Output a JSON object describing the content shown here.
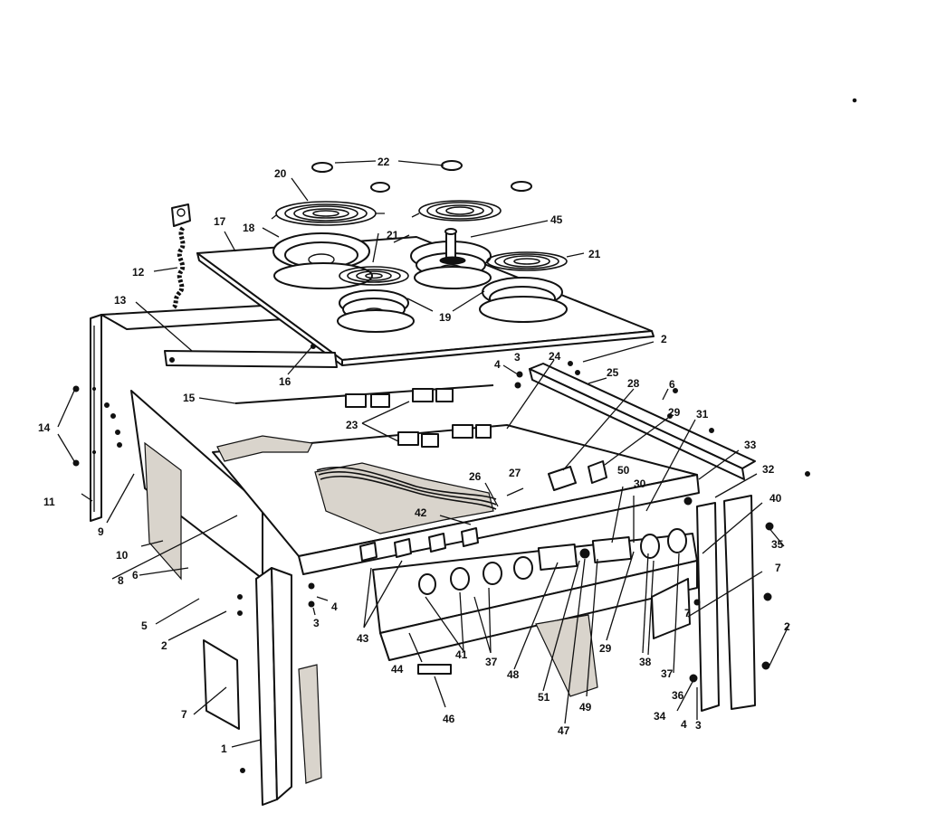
{
  "labels": {
    "l1": "1",
    "l2a": "2",
    "l2b": "2",
    "l2c": "2",
    "l3a": "3",
    "l3b": "3",
    "l3c": "3",
    "l4a": "4",
    "l4b": "4",
    "l4c": "4",
    "l5": "5",
    "l6a": "6",
    "l6b": "6",
    "l7a": "7",
    "l7b": "7",
    "l7c": "7",
    "l8": "8",
    "l9": "9",
    "l10": "10",
    "l11": "11",
    "l12": "12",
    "l13": "13",
    "l14": "14",
    "l15": "15",
    "l16": "16",
    "l17": "17",
    "l18": "18",
    "l19": "19",
    "l20": "20",
    "l21a": "21",
    "l21b": "21",
    "l22": "22",
    "l23": "23",
    "l24": "24",
    "l25": "25",
    "l26": "26",
    "l27": "27",
    "l28": "28",
    "l29a": "29",
    "l29b": "29",
    "l30": "30",
    "l31": "31",
    "l32": "32",
    "l33": "33",
    "l34": "34",
    "l35": "35",
    "l36": "36",
    "l37a": "37",
    "l37b": "37",
    "l38": "38",
    "l40": "40",
    "l41": "41",
    "l42": "42",
    "l43": "43",
    "l44": "44",
    "l45": "45",
    "l46": "46",
    "l47": "47",
    "l48": "48",
    "l49": "49",
    "l50": "50",
    "l51": "51"
  }
}
